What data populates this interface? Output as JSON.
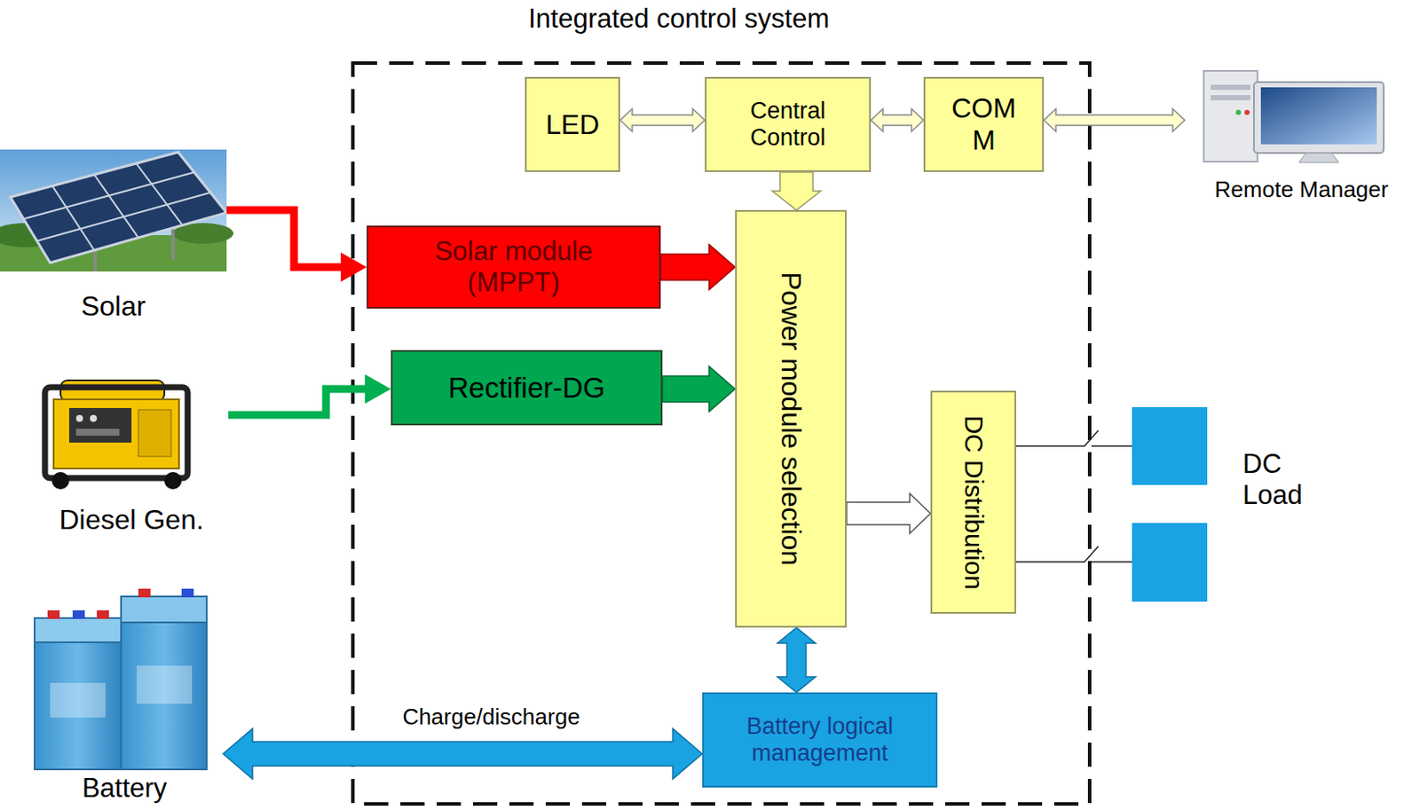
{
  "diagram": {
    "nodes": [
      {
        "text": [
          "Integrated control system"
        ]
      },
      {
        "text": [
          "LED"
        ],
        "in": 0
      },
      {
        "text": [
          "Central Control"
        ],
        "in": 0
      },
      {
        "text": [
          "COM M"
        ],
        "in": 0
      },
      {
        "text": [
          "Remote Manager"
        ]
      },
      {
        "text": [
          "Solar"
        ]
      },
      {
        "text": [
          "Solar module (MPPT)"
        ],
        "in": 0
      },
      {
        "text": [
          "Rectifier-DG"
        ],
        "in": 0
      },
      {
        "text": [
          "Power module selection"
        ],
        "in": 0
      },
      {
        "text": [
          "DC Distribution"
        ],
        "in": 0
      },
      {
        "text": [
          "DC Load"
        ]
      },
      {
        "text": [
          "Diesel Gen."
        ]
      },
      {
        "text": [
          "Battery logical management"
        ],
        "in": 0
      },
      {
        "text": [
          "Battery"
        ]
      }
    ],
    "edges": [
      {
        "from": 1,
        "to": 2,
        "arrow": "both"
      },
      {
        "from": 2,
        "to": 3,
        "arrow": "both"
      },
      {
        "from": 3,
        "to": 4,
        "arrow": "both"
      },
      {
        "from": 5,
        "to": 6,
        "arrow": "to"
      },
      {
        "from": 11,
        "to": 7,
        "arrow": "to"
      },
      {
        "from": 6,
        "to": 8,
        "arrow": "to"
      },
      {
        "from": 7,
        "to": 8,
        "arrow": "to"
      },
      {
        "from": 2,
        "to": 8,
        "arrow": "to"
      },
      {
        "from": 8,
        "to": 9,
        "arrow": "to"
      },
      {
        "from": 8,
        "to": 12,
        "arrow": "both"
      },
      {
        "from": 12,
        "to": 13,
        "label": "Charge/discharge",
        "arrow": "both"
      },
      {
        "from": 9,
        "to": 10,
        "arrow": "none"
      },
      {
        "from": 9,
        "to": 10,
        "arrow": "none"
      }
    ]
  }
}
